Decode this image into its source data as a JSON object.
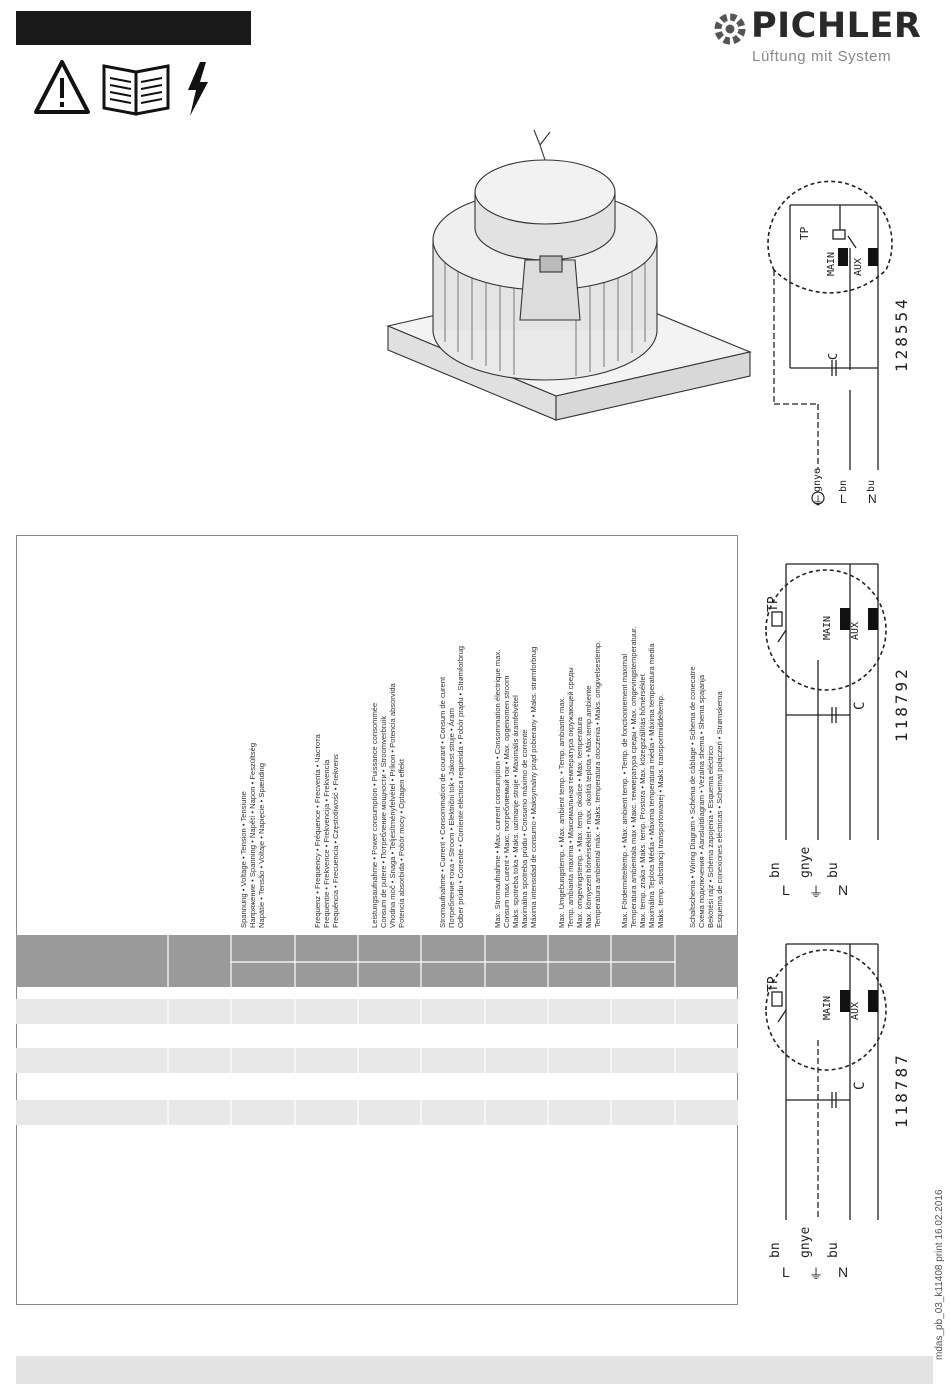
{
  "brand": {
    "name": "PICHLER",
    "slogan": "Lüftung mit System"
  },
  "print_ref": "mdas_pb_03_k11408  print 16.02.2016",
  "headers": [
    {
      "lines": [
        "Spannung • Voltage • Tension • Tensiune",
        "Напряжение • Spanning • Napětí • Napon • Feszültség",
        "Napätie • Tensão • Voltaje • Napięcie • Spænding"
      ]
    },
    {
      "lines": [
        "Frequenz • Frequency • Fréquence • Frecventa • Частота",
        "Frequentie • Frekvence • Frekvencija • Frekvencia",
        "Frequência • Frecuencia • Częstotliwość • Frekvens"
      ]
    },
    {
      "lines": [
        "Leistungsaufnahme • Power consumption • Puissance consommée",
        "Consum de putere • Потребление мощности • Stroomverbruik",
        "Vhodna moč • Snaga • Teljesítményfelvétel • Príkon • Potencia absorvida",
        "Potencia absorbida • Pobór mocy • Optagen effekt"
      ]
    },
    {
      "lines": [
        "Stromaufnahme • Current • Consommation de courant • Consum de curent",
        "Потребление тока • Stroom • Električni tok • Jakost struje • Áram",
        "Odber prúdu • Corrente • Corriente eléctrica requerida • Pobór prądu • Strømforbrug"
      ]
    },
    {
      "lines": [
        "Max. Stromaufnahme • Max. current consumption • Consommation électrique max.",
        "Consum max curent • Макс. потребляемый ток • Max. opgenomen stroom",
        "Maks. spotreba toka • Maks. uzimanje struje • Maximális áramfelvétel",
        "Maximálna spotreba prúdu • Consumo máximo de corrente",
        "Máxima intensidad de consumo • Maksymalny prąd pobierany • Maks. strømforbrug"
      ]
    },
    {
      "lines": [
        "Max. Umgebungstemp. • Max. ambient temp. • Temp. ambiante max.",
        "Temp. ambianta maxima • Максимальная температура окружающей среды",
        "Max. omgevingstemp. • Max. temp. okolice • Max. temperatura",
        "Max. környezeti hőmérséklet • max. okolitá teplota • Máx.temp.ambiente",
        "Temperatura ambiental máx. • Maks. temperatura otoczenia • Maks. omgivelsestemp."
      ]
    },
    {
      "lines": [
        "Max. Fördermitteltemp. • Max. ambient temp. • Temp. de fonctionnement maximal",
        "Temperatura ambientala max • Макс. температура среды • Max. omgevingstemperatuur.",
        "Max. temp. zraka • Maks. temp. Prostora • Max. közegszállítás hőmérséklet",
        "Maximálna Teplota Média • Máxima temperatura média • Máxima temperatura media",
        "Maks. temp. substancji transportowanej • Maks. transportmiddeltemp."
      ]
    },
    {
      "lines": [
        "Schaltschema • Wiring Diagram • Schéma de câblage • Schema de conecatre",
        "Схема подключения • Aansluitdiagram • Vezalna shema • Shema spajanja",
        "Bekötési rajz • Schéma zapojenia • Esquema eléctrico",
        "Esquema de conexiones eléctricas • Schemat połączeń • Strømskema"
      ]
    }
  ],
  "diagrams": [
    {
      "id": "128554",
      "labels": {
        "tp": "TP",
        "main": "MAIN",
        "aux": "AUX",
        "cap": "C",
        "w1": "gnye",
        "w2": "bn",
        "w3": "bu",
        "t1": "⏚",
        "t2": "L",
        "t3": "N"
      }
    },
    {
      "id": "118792",
      "labels": {
        "tp": "TP",
        "main": "MAIN",
        "aux": "AUX",
        "cap": "C",
        "w1": "bn",
        "w2": "gnye",
        "w3": "bu",
        "t1": "L",
        "t2": "⏚",
        "t3": "N"
      }
    },
    {
      "id": "118787",
      "labels": {
        "tp": "TP",
        "main": "MAIN",
        "aux": "AUX",
        "cap": "C",
        "w1": "bn",
        "w2": "gnye",
        "w3": "bu",
        "t1": "L",
        "t2": "⏚",
        "t3": "N"
      }
    }
  ],
  "colors": {
    "band": "#e3e3e3",
    "header": "#9a9a9a",
    "row_alt": "#e8e8e8",
    "ink": "#222222"
  }
}
